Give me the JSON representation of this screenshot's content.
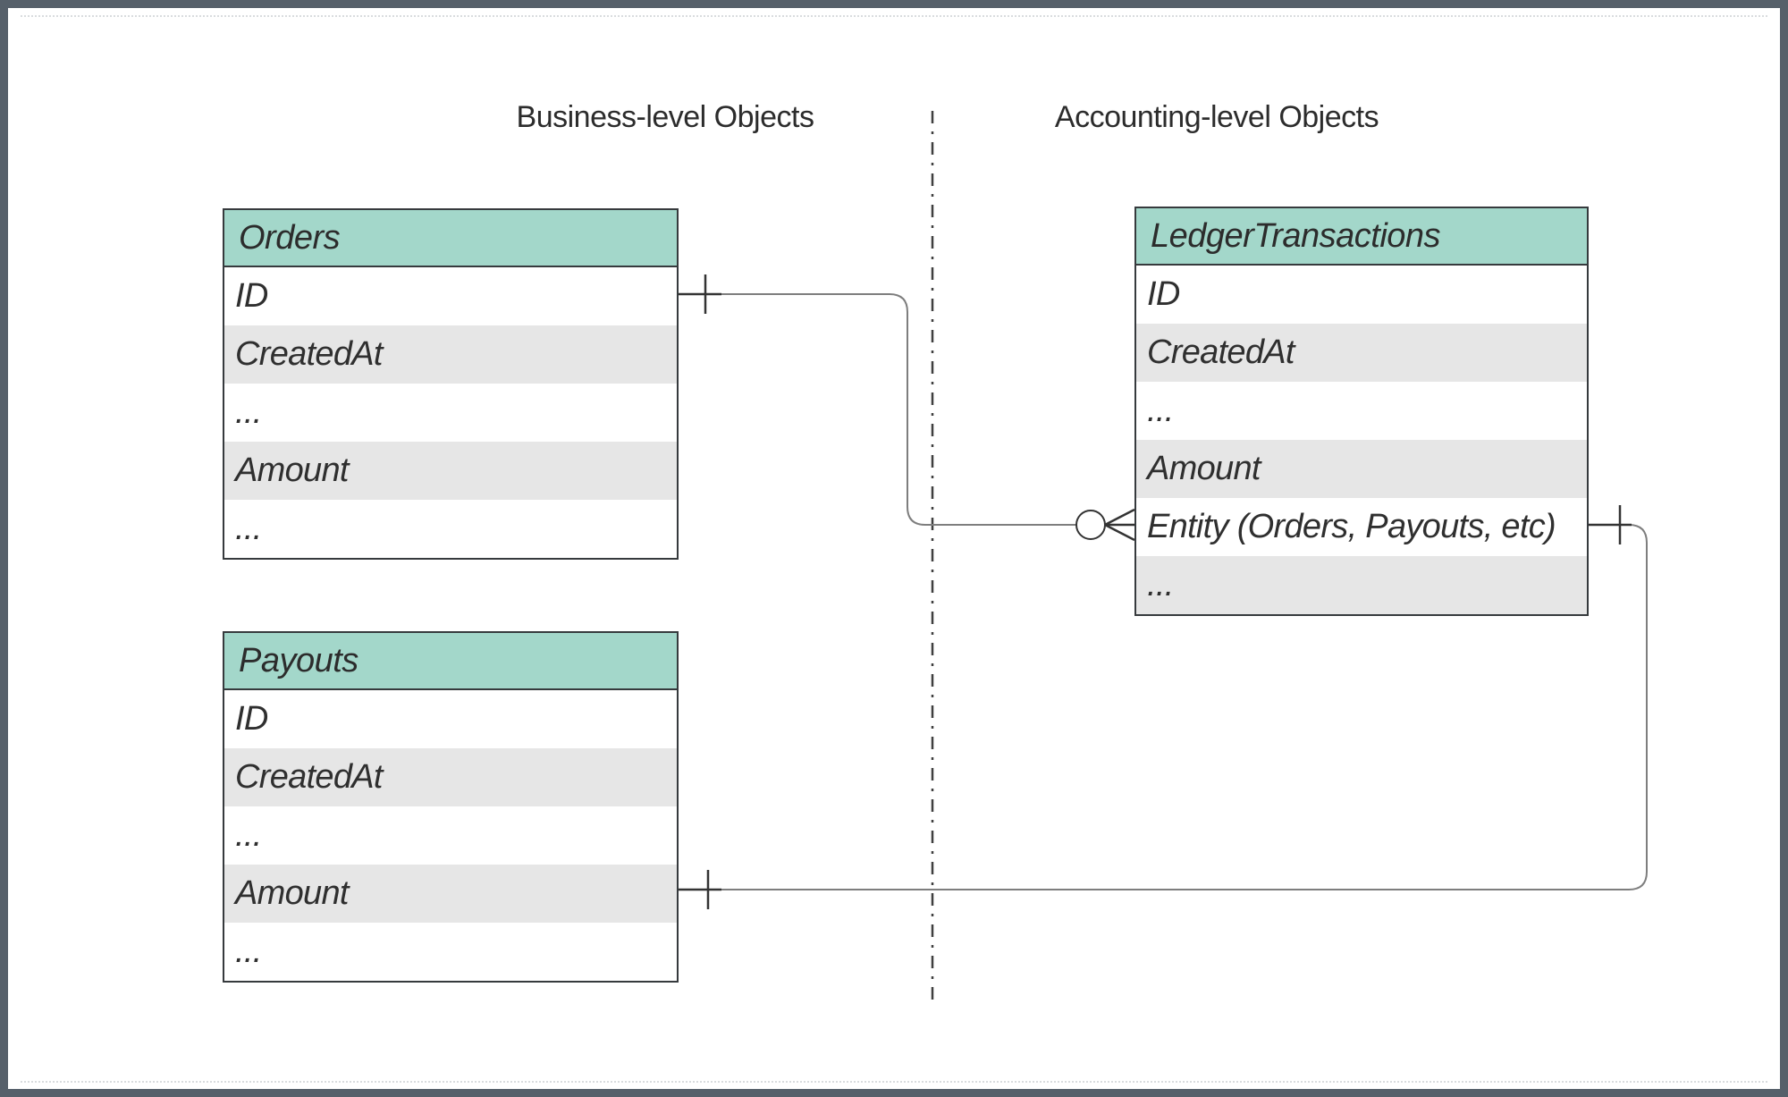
{
  "canvas": {
    "section_labels": {
      "business": "Business-level Objects",
      "accounting": "Accounting-level Objects"
    },
    "tables": [
      {
        "title": "Orders",
        "rows": [
          {
            "label": "ID",
            "shaded": false
          },
          {
            "label": "CreatedAt",
            "shaded": true
          },
          {
            "label": "...",
            "shaded": false
          },
          {
            "label": "Amount",
            "shaded": true
          },
          {
            "label": "...",
            "shaded": false
          }
        ]
      },
      {
        "title": "Payouts",
        "rows": [
          {
            "label": "ID",
            "shaded": false
          },
          {
            "label": "CreatedAt",
            "shaded": true
          },
          {
            "label": "...",
            "shaded": false
          },
          {
            "label": "Amount",
            "shaded": true
          },
          {
            "label": "...",
            "shaded": false
          }
        ]
      },
      {
        "title": "LedgerTransactions",
        "rows": [
          {
            "label": "ID",
            "shaded": false
          },
          {
            "label": "CreatedAt",
            "shaded": true
          },
          {
            "label": "...",
            "shaded": false
          },
          {
            "label": "Amount",
            "shaded": true
          },
          {
            "label": "Entity (Orders, Payouts, etc)",
            "shaded": false
          },
          {
            "label": "...",
            "shaded": true
          }
        ]
      }
    ],
    "relationships": [
      {
        "from": "Orders.ID",
        "to": "LedgerTransactions.Entity (Orders, Payouts, etc)",
        "from_cardinality": "one",
        "to_cardinality": "zero-or-many"
      },
      {
        "from": "LedgerTransactions.Entity (Orders, Payouts, etc)",
        "to": "Payouts.Amount",
        "from_cardinality": "one",
        "to_cardinality": "one"
      }
    ],
    "colors": {
      "header_fill": "#a3d7ca",
      "shaded_row_fill": "#e6e6e6",
      "table_border": "#363a3d",
      "connector": "#7e7e7e",
      "marks": "#333333",
      "frame": "#56606a"
    }
  }
}
